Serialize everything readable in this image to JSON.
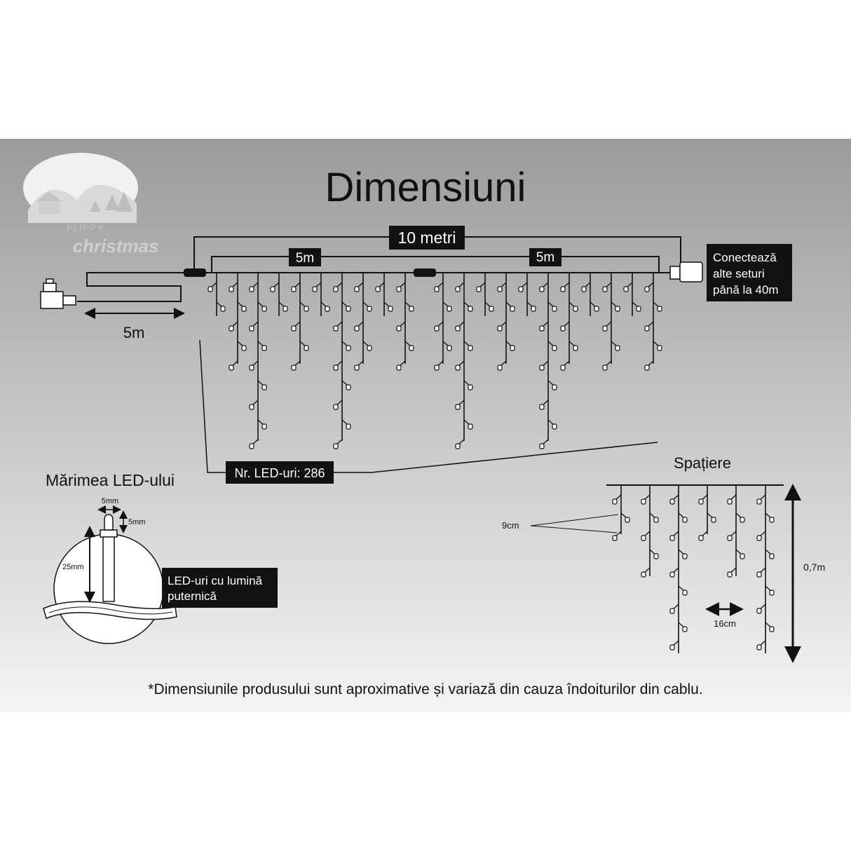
{
  "title": "Dimensiuni",
  "brand": {
    "line1": "FLIPPY",
    "line2": "christmas"
  },
  "main_diagram": {
    "total_length_label": "10 metri",
    "segment_labels": [
      "5m",
      "5m"
    ],
    "lead_cable_label": "5m",
    "connect_note": [
      "Conectează",
      "alte seturi",
      "până la 40m"
    ],
    "led_count_label": "Nr. LED-uri: 286"
  },
  "led_size": {
    "heading": "Mărimea LED-ului",
    "width_label": "5mm",
    "height_label": "5mm",
    "length_label": "25mm",
    "light_note": [
      "LED-uri cu lumină",
      "puternică"
    ]
  },
  "spacing": {
    "heading": "Spațiere",
    "vertical_gap_label": "9cm",
    "horizontal_gap_label": "16cm",
    "drop_height_label": "0,7m"
  },
  "footnote": "*Dimensiunile produsului sunt aproximative și variază din cauza îndoiturilor din cablu.",
  "colors": {
    "panel_top": "#9a9a9a",
    "panel_bottom": "#f3f3f3",
    "ink": "#111111",
    "label_box": "#111111",
    "label_text": "#ffffff"
  }
}
